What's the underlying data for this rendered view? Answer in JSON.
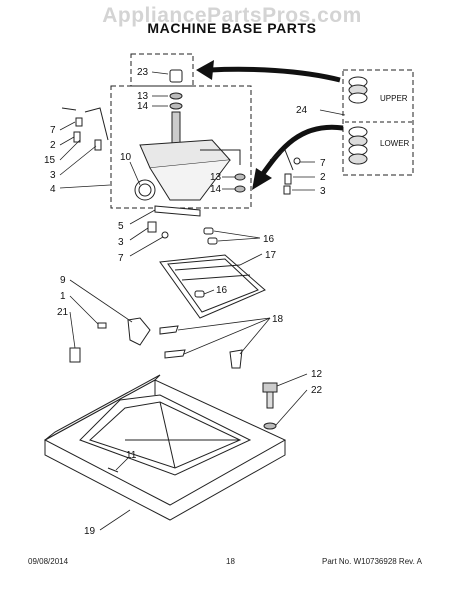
{
  "watermark": "AppliancePartsPros.com",
  "title": "MACHINE BASE PARTS",
  "footer": {
    "date": "09/08/2014",
    "page": "18",
    "part_no": "Part No. W10736928  Rev. A"
  },
  "inset_labels": {
    "upper": "UPPER",
    "lower": "LOWER"
  },
  "callouts": [
    "23",
    "13",
    "14",
    "7",
    "2",
    "15",
    "3",
    "4",
    "10",
    "24",
    "7",
    "2",
    "3",
    "13",
    "14",
    "5",
    "3",
    "7",
    "16",
    "17",
    "16",
    "9",
    "1",
    "21",
    "18",
    "12",
    "22",
    "11",
    "19"
  ]
}
